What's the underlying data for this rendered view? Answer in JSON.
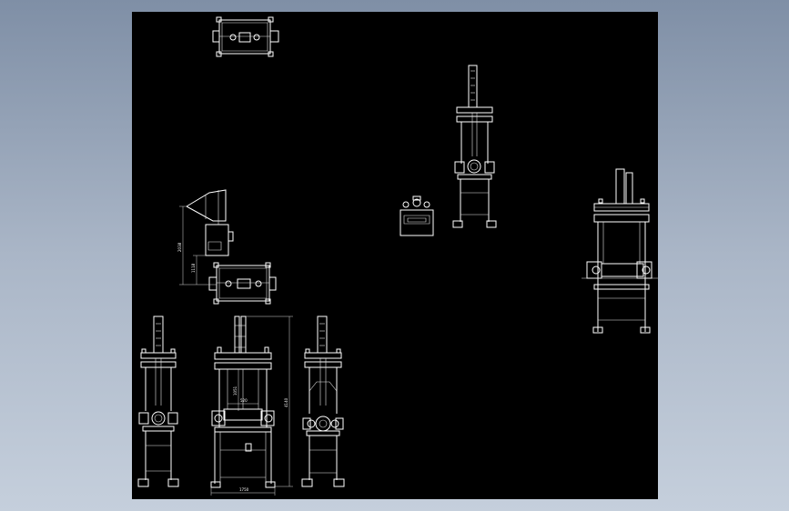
{
  "colors": {
    "background_top": "#7f8fa6",
    "background_bottom": "#c5cfdc",
    "canvas": "#000000",
    "linework": "#ffffff",
    "accent": "#ff4040"
  },
  "drawing": {
    "dimensions": {
      "overall_height": "4140",
      "base_width": "1750",
      "plan_height": "2038",
      "plan_offset": "1118",
      "center_height": "1051",
      "center_width": "520"
    }
  }
}
